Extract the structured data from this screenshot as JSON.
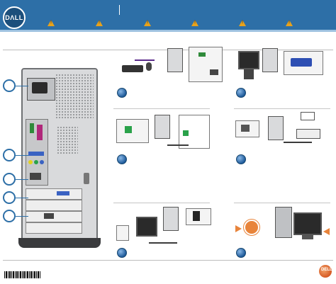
{
  "header": {
    "logo_text": "DɅLL",
    "warning_count": 6,
    "warning_glyph": "!",
    "colors": {
      "band": "#2d6fa7",
      "accent_line": "#9ec2e0",
      "warning": "#e8a21b"
    }
  },
  "callouts": [
    {
      "icon": "blank-callout-circle"
    },
    {
      "icon": "blank-callout-circle"
    },
    {
      "icon": "blank-callout-circle"
    },
    {
      "icon": "blank-callout-circle"
    },
    {
      "icon": "blank-callout-circle"
    }
  ],
  "steps": [
    {
      "illustration": "keyboard-mouse-connection"
    },
    {
      "illustration": "monitor-connection"
    },
    {
      "illustration": "modem-phone-connection"
    },
    {
      "illustration": "network-connection"
    },
    {
      "illustration": "speaker-power-connection"
    },
    {
      "illustration": "power-on-computer-and-monitor"
    }
  ],
  "footer": {
    "logo_text": "DELL"
  },
  "colors": {
    "step_dot": "#1e5a9a",
    "arrow": "#e8843b",
    "tower": "#d9dadc"
  }
}
